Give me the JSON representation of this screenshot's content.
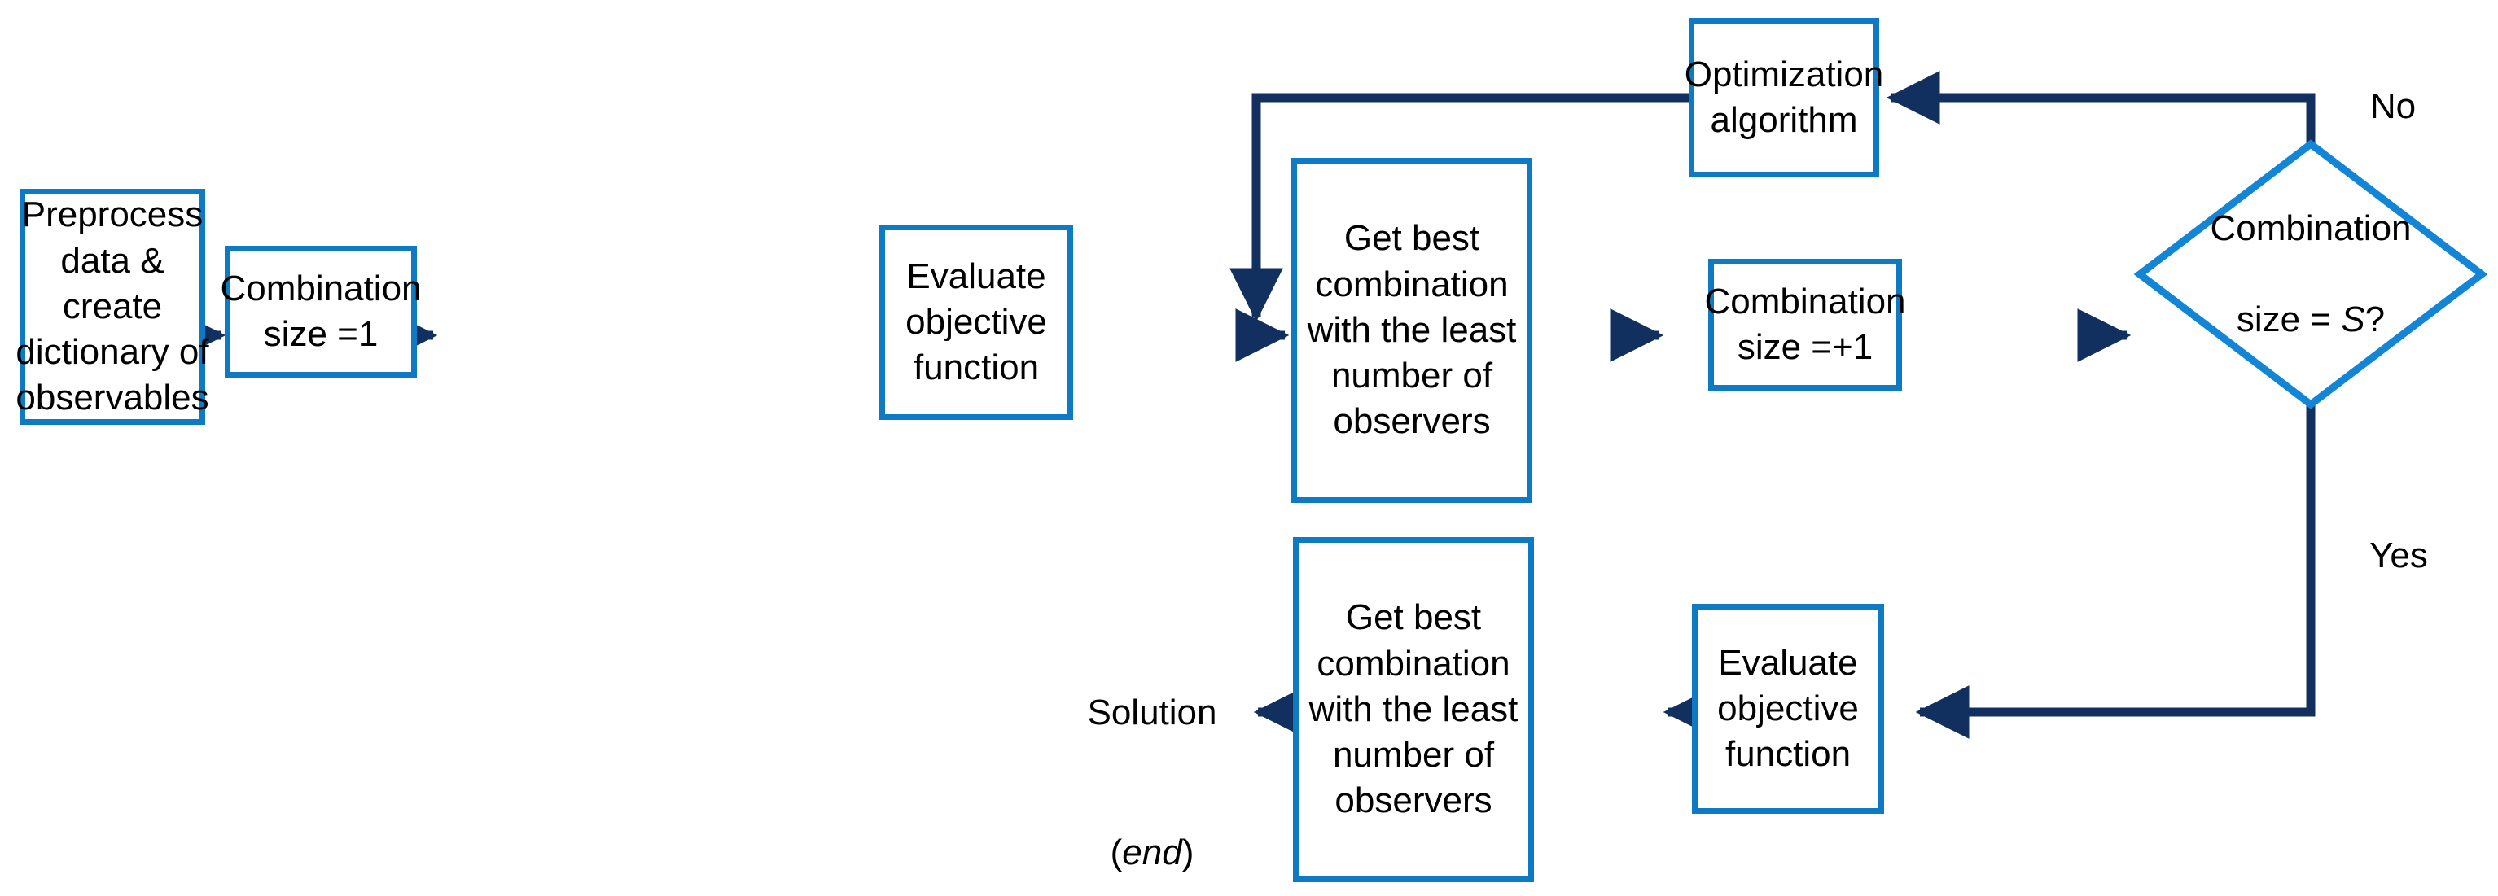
{
  "diagram": {
    "title": "Observer-selection optimization flowchart",
    "colors": {
      "box_border": "#0E7AC4",
      "arrow": "#12305F",
      "text": "#000000",
      "background": "#FFFFFF"
    },
    "nodes": {
      "preprocess": {
        "label": "Preprocess\ndata & create\ndictionary of\nobservables",
        "shape": "process"
      },
      "combination_size_1": {
        "label": "Combination\nsize =1",
        "shape": "process"
      },
      "evaluate_objective_top": {
        "label": "Evaluate\nobjective\nfunction",
        "shape": "process"
      },
      "get_best_combination_top": {
        "label": "Get best\ncombination\nwith the least\nnumber of\nobservers",
        "shape": "process"
      },
      "optimization_algorithm": {
        "label": "Optimization\nalgorithm",
        "shape": "process"
      },
      "combination_size_plus_1": {
        "label": "Combination\nsize =+1",
        "shape": "process"
      },
      "decision": {
        "label_line1": "Combination",
        "label_line2_prefix": "size = ",
        "label_line2_italic": "S",
        "label_line2_suffix": "?",
        "shape": "decision"
      },
      "evaluate_objective_bottom": {
        "label": "Evaluate\nobjective\nfunction",
        "shape": "process"
      },
      "get_best_combination_bottom": {
        "label": "Get best\ncombination\nwith the least\nnumber of\nobservers",
        "shape": "process"
      },
      "solution": {
        "label_line1": "Solution",
        "label_line2_open": "(",
        "label_line2_italic": "end",
        "label_line2_close": ")",
        "shape": "terminal-text"
      }
    },
    "edge_labels": {
      "no": "No",
      "yes": "Yes"
    },
    "flow": [
      "preprocess -> combination_size_1",
      "combination_size_1 -> evaluate_objective_top",
      "evaluate_objective_top -> get_best_combination_top",
      "get_best_combination_top -> combination_size_plus_1",
      "combination_size_plus_1 -> decision",
      "decision -[No]-> optimization_algorithm",
      "optimization_algorithm -> get_best_combination_top",
      "decision -[Yes]-> evaluate_objective_bottom",
      "evaluate_objective_bottom -> get_best_combination_bottom",
      "get_best_combination_bottom -> solution"
    ]
  }
}
